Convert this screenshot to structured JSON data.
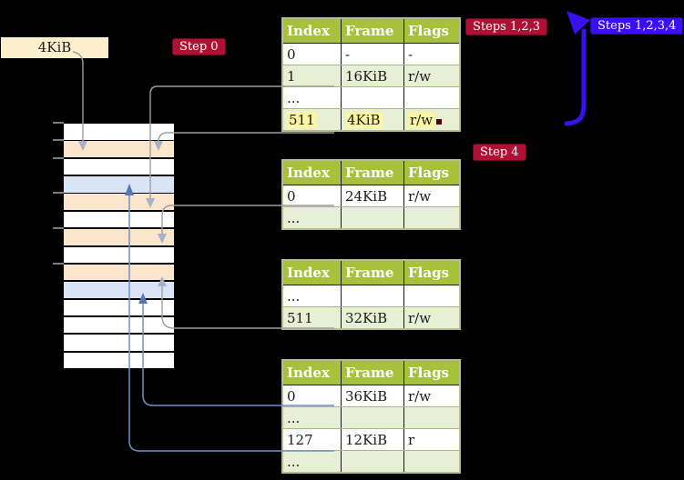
{
  "frame_label": {
    "text": "4KiB"
  },
  "badges": {
    "step0": "Step 0",
    "steps123": "Steps 1,2,3",
    "steps1234": "Steps 1,2,3,4",
    "step4": "Step 4"
  },
  "tables": [
    {
      "name": "page-table-level-4",
      "headers": [
        "Index",
        "Frame",
        "Flags"
      ],
      "rows": [
        {
          "cells": [
            "0",
            "-",
            "-"
          ]
        },
        {
          "cells": [
            "1",
            "16KiB",
            "r/w"
          ]
        },
        {
          "cells": [
            "...",
            "",
            ""
          ]
        },
        {
          "cells": [
            "511",
            "4KiB",
            "r/w"
          ],
          "highlighted": true
        }
      ]
    },
    {
      "name": "page-table-level-3",
      "headers": [
        "Index",
        "Frame",
        "Flags"
      ],
      "rows": [
        {
          "cells": [
            "0",
            "24KiB",
            "r/w"
          ]
        },
        {
          "cells": [
            "...",
            "",
            ""
          ]
        }
      ]
    },
    {
      "name": "page-table-level-2",
      "headers": [
        "Index",
        "Frame",
        "Flags"
      ],
      "rows": [
        {
          "cells": [
            "...",
            "",
            ""
          ]
        },
        {
          "cells": [
            "511",
            "32KiB",
            "r/w"
          ]
        }
      ]
    },
    {
      "name": "page-table-level-1",
      "headers": [
        "Index",
        "Frame",
        "Flags"
      ],
      "rows": [
        {
          "cells": [
            "0",
            "36KiB",
            "r/w"
          ]
        },
        {
          "cells": [
            "...",
            "",
            ""
          ]
        },
        {
          "cells": [
            "127",
            "12KiB",
            "r"
          ]
        },
        {
          "cells": [
            "...",
            "",
            ""
          ]
        }
      ]
    }
  ],
  "memory": {
    "rows": [
      "empty",
      "table",
      "empty",
      "page",
      "table",
      "empty",
      "table",
      "empty",
      "table",
      "page",
      "empty",
      "empty",
      "empty",
      "empty"
    ],
    "tick_rows": [
      0,
      1,
      2,
      4,
      6,
      8
    ]
  },
  "colors": {
    "background": "#000000",
    "table_header_green": "#a8c13d",
    "table_row_green": "#e9efd5",
    "table_border_olive": "#b5bc8e",
    "highlight_yellow": "#fbf6a2",
    "memory_frame_peach": "#fce5cd",
    "memory_frame_blue": "#d9e5f6",
    "frame_label_cream": "#fcefcb",
    "badge_red": "#ae1133",
    "badge_blue": "#3a0ff0",
    "connector_gray": "#9e9e9e",
    "connector_blue": "#7191c6"
  }
}
